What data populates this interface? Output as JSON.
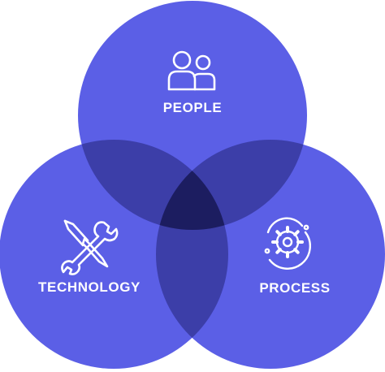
{
  "colors": {
    "circle_fill": "#5b5fe6",
    "overlap_two": "#3c3ea8",
    "overlap_three": "#1c1d60",
    "outline": "#ffffff",
    "background": "#ffffff"
  },
  "diagram": {
    "type": "venn-three-sets",
    "sets": [
      {
        "id": "people",
        "label": "PEOPLE",
        "icon": "people-icon"
      },
      {
        "id": "technology",
        "label": "TECHNOLOGY",
        "icon": "wrench-screwdriver-icon"
      },
      {
        "id": "process",
        "label": "PROCESS",
        "icon": "gear-process-icon"
      }
    ]
  }
}
